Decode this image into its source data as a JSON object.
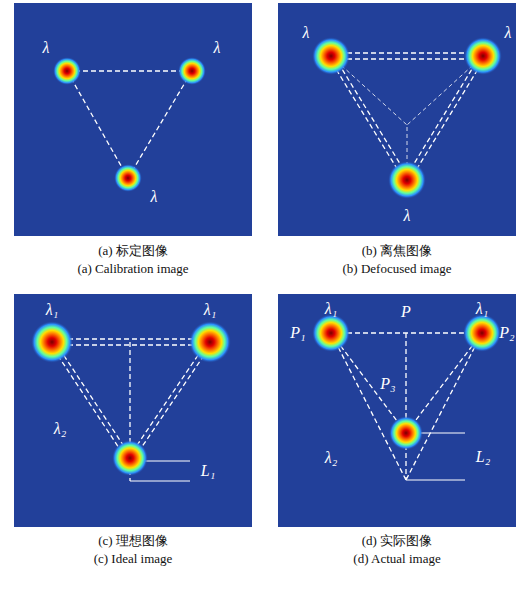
{
  "diagram": {
    "nodes": [
      {
        "text": [
          "λ",
          "λ",
          "λ",
          "(a) 标定图像",
          "(a) Calibration image"
        ]
      },
      {
        "text": [
          "λ",
          "λ",
          "λ",
          "(b) 离焦图像",
          "(b) Defocused image"
        ]
      },
      {
        "text": [
          "λ₁",
          "λ₁",
          "λ₂",
          "L₁",
          "(c) 理想图像",
          "(c) Ideal image"
        ]
      },
      {
        "text": [
          "λ₁",
          "P",
          "λ₁",
          "P₁",
          "P₂",
          "P₃",
          "λ₂",
          "L₂",
          "(d) 实际图像",
          "(d) Actual image"
        ]
      }
    ]
  }
}
